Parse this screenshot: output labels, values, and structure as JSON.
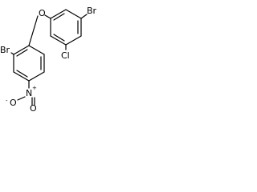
{
  "molecule": {
    "atoms": {
      "br_top": "Br",
      "oxygen": "O",
      "chlorine": "Cl",
      "br_left": "Br",
      "nitrogen": "N",
      "n_charge": "+",
      "oxygen_minus": "O",
      "oxygen_minus_charge": "-",
      "oxygen_double": "O"
    }
  }
}
